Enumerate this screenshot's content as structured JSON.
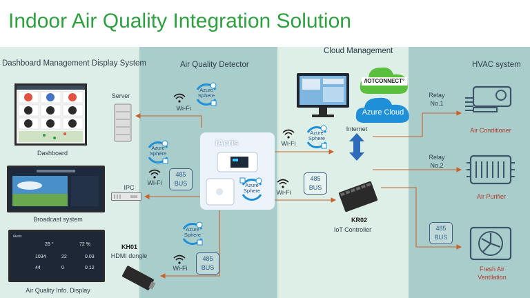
{
  "title": "Indoor Air Quality Integration Solution",
  "sections": {
    "dashboard": "Dashboard Management Display System",
    "detector": "Air Quality Detector",
    "cloud": "Cloud Management",
    "hvac": "HVAC system"
  },
  "labels": {
    "server": "Server",
    "dashboard": "Dashboard",
    "broadcast": "Broadcast system",
    "ipc": "IPC",
    "aq_display": "Air Quality Info. Display",
    "kh01_name": "KH01",
    "kh01_desc": "HDMI dongle",
    "iaeris": "iAeris",
    "internet": "Internet",
    "kr02_name": "KR02",
    "kr02_desc": "IoT Controller",
    "relay1_a": "Relay",
    "relay1_b": "No.1",
    "relay2_a": "Relay",
    "relay2_b": "No.2",
    "air_conditioner": "Air Conditioner",
    "air_purifier": "Air Purifier",
    "fresh_air_a": "Fresh Air",
    "fresh_air_b": "Ventilation",
    "wifi": "Wi-Fi",
    "azure_line1": "Azure",
    "azure_line2": "Sphere",
    "bus_line1": "485",
    "bus_line2": "BUS",
    "iotconnect": "/IOTCONNECT°",
    "azure_cloud": "Azure Cloud"
  },
  "colors": {
    "title_green": "#2fa040",
    "arrow_orange": "#c8622a",
    "iot_green": "#5bbf3e",
    "azure_blue": "#1f8fd8"
  }
}
